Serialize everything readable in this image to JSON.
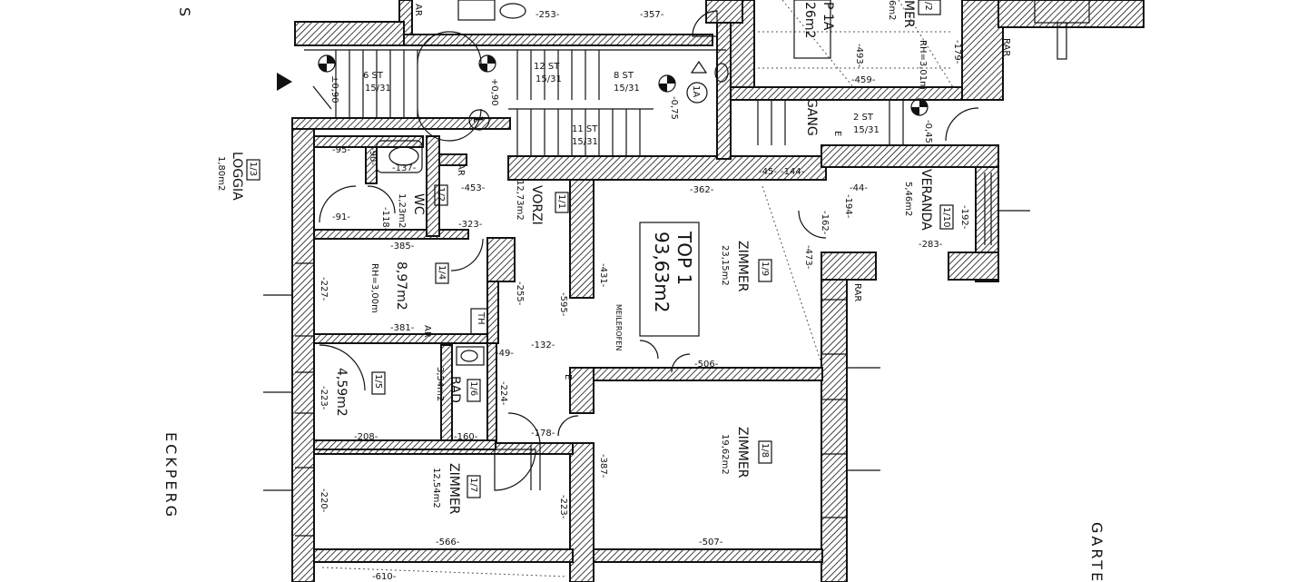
{
  "plan": {
    "unit": {
      "title": "TOP 1",
      "area": "93,63m2"
    },
    "unit_1a": {
      "tag": "1A",
      "title": "P 1A",
      "area": "26m2"
    },
    "rooms": [
      {
        "id": "1/1",
        "name": "VORZI",
        "area": "12,73m2"
      },
      {
        "id": "1/2",
        "name": "WC",
        "area": "1,23m2"
      },
      {
        "id": "1/3",
        "name": "LOGGIA",
        "area": "1,80m2"
      },
      {
        "id": "1/4",
        "name": "",
        "area": "8,97m2",
        "note": "RH=3,00m"
      },
      {
        "id": "1/5",
        "name": "",
        "area": "4,59m2"
      },
      {
        "id": "1/6",
        "name": "BAD",
        "area": "3,54m2"
      },
      {
        "id": "1/7",
        "name": "ZIMMER",
        "area": "12,54m2"
      },
      {
        "id": "1/8",
        "name": "ZIMMER",
        "area": "19,62m2"
      },
      {
        "id": "1/9",
        "name": "ZIMMER",
        "area": "23,15m2"
      },
      {
        "id": "1/10",
        "name": "VERANDA",
        "area": "5,46m2"
      },
      {
        "id": "/2",
        "name": "MER",
        "area": "6m2",
        "note": "RH=3,01m"
      }
    ],
    "stairs": [
      {
        "steps": "6 ST",
        "ratio": "15/31"
      },
      {
        "steps": "12 ST",
        "ratio": "15/31"
      },
      {
        "steps": "8 ST",
        "ratio": "15/31"
      },
      {
        "steps": "11 ST",
        "ratio": "15/31"
      },
      {
        "steps": "2 ST",
        "ratio": "15/31"
      }
    ],
    "levels": [
      "±0,90",
      "+0,90",
      "-0,75",
      "-0,45"
    ],
    "markers": [
      "1",
      "1A"
    ],
    "labels": {
      "gang": "GANG",
      "rar": "RAR",
      "ar": "AR",
      "th": "TH",
      "e": "E",
      "ofen": "MEILEROFEN"
    },
    "dims": [
      "-253-",
      "-357-",
      "-459-",
      "-493-",
      "-179-",
      "-362-",
      "-144-",
      "-45-",
      "-44-",
      "-194-",
      "-162-",
      "-192-",
      "-283-",
      "-473-",
      "-431-",
      "-595-",
      "-132-",
      "-49-",
      "-224-",
      "-178-",
      "-160-",
      "-208-",
      "-223-",
      "-220-",
      "-227-",
      "-385-",
      "-381-",
      "-323-",
      "-255-",
      "-91-",
      "-95-",
      "-90-",
      "-137-",
      "-118-",
      "-453-",
      "-566-",
      "-507-",
      "-506-",
      "-387-",
      "-223-",
      "-610-"
    ],
    "street": {
      "left_top": "S",
      "left": "ECKPERG",
      "right": "GARTE"
    }
  }
}
